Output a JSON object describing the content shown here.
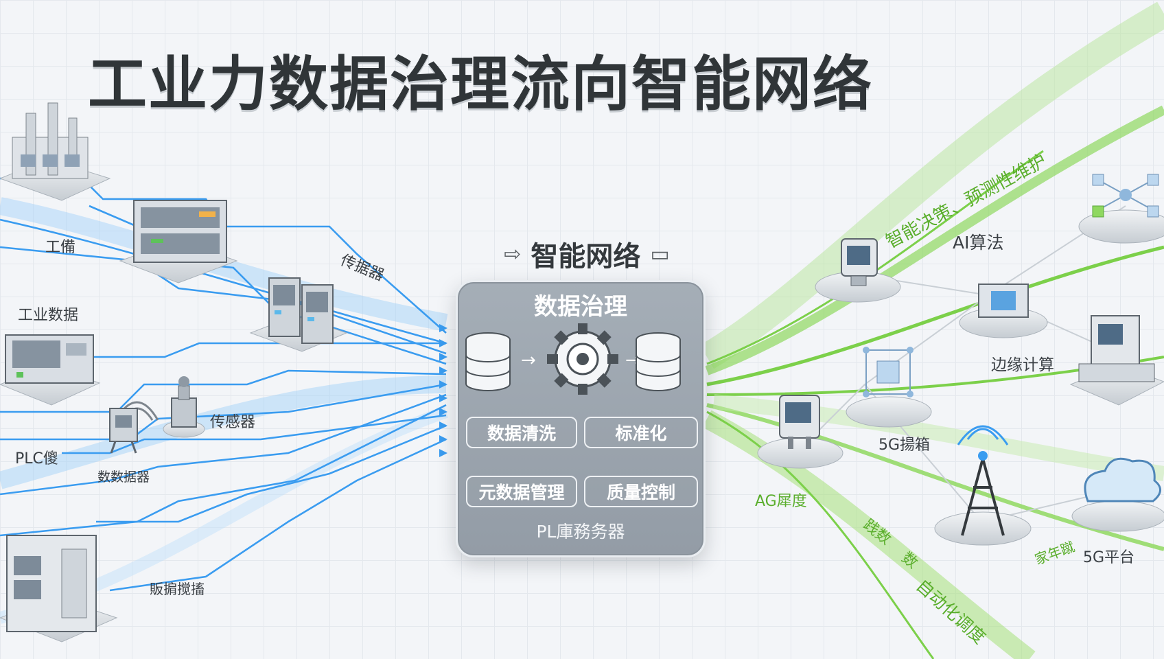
{
  "title": "工业力数据治理流向智能网络",
  "left_labels": {
    "factory": "工備",
    "industrial_data": "工业数据",
    "plc": "PLC傻",
    "sensor": "传感器",
    "collector": "数数据器",
    "sensor_top": "传据器",
    "server_bottom": "販掮搅搐"
  },
  "hub": {
    "heading": "智能网络",
    "panel_title": "数据治理",
    "step_cleaning": "数据清洗",
    "step_standardize": "标准化",
    "step_metadata": "元数据管理",
    "step_quality": "质量控制",
    "footer": "PL庫務务器"
  },
  "right_labels": {
    "decision": "智能决策、预测性维护",
    "ai": "AI算法",
    "edge": "边缘计算",
    "fiveg_box": "5G揚箱",
    "ag": "AG犀度",
    "fiveg_platform": "5G平台",
    "auto_sched": "自动化调度",
    "flow_a": "践数",
    "flow_b": "数",
    "flow_c": "家年蹴"
  },
  "colors": {
    "blue_flow": "#3a9cf0",
    "green_flow": "#7cd04a",
    "hub_fill": "#9aa3ac",
    "title": "#303538"
  },
  "icons": [
    "factory-icon",
    "server-cabinet-icon",
    "rack-server-icon",
    "plc-box-icon",
    "sensor-icon",
    "collector-robot-icon",
    "tower-server-icon",
    "database-icon",
    "gear-icon",
    "robot-terminal-icon",
    "network-cube-icon",
    "edge-server-icon",
    "cell-tower-icon",
    "cloud-icon"
  ]
}
